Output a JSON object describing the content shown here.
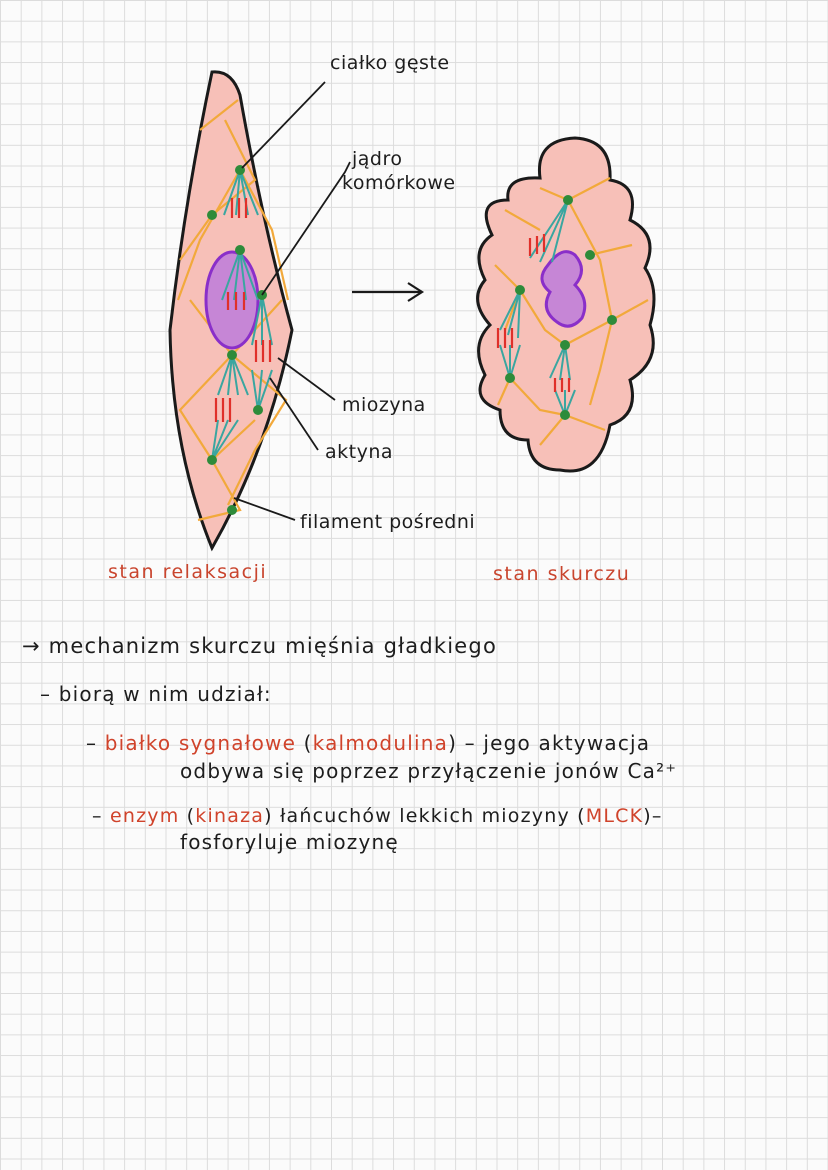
{
  "colors": {
    "cell_fill": "#f7c0b8",
    "filament": "#f2a93b",
    "actin": "#3aa6a0",
    "myosin": "#e0302a",
    "dense_body": "#2e8b3a",
    "nucleus": "#c686d6",
    "nucleus_outline": "#8a2fc9",
    "accent_text": "#d0432b"
  },
  "labels": {
    "dense_body": "ciałko gęste",
    "nucleus_line1": "jądro",
    "nucleus_line2": "komórkowe",
    "myosin": "miozyna",
    "actin": "aktyna",
    "intermediate_filament": "filament pośredni"
  },
  "captions": {
    "relaxed": "stan relaksacji",
    "contracted": "stan skurczu"
  },
  "notes": {
    "heading": "→ mechanizm skurczu mięśnia gładkiego",
    "intro": "– biorą w nim udział:",
    "item1": {
      "dash": "–",
      "part1": "białko sygnałowe",
      "part2": "(",
      "part3": "kalmodulina",
      "part4": ") – jego aktywacja",
      "line2": "odbywa się poprzez przyłączenie jonów Ca²⁺"
    },
    "item2": {
      "dash": "–",
      "part1": "enzym",
      "part2": "(",
      "part3": "kinaza",
      "part4": ") łańcuchów lekkich miozyny (",
      "part5": "MLCK",
      "part6": ")–",
      "line2": "fosforyluje miozynę"
    }
  }
}
